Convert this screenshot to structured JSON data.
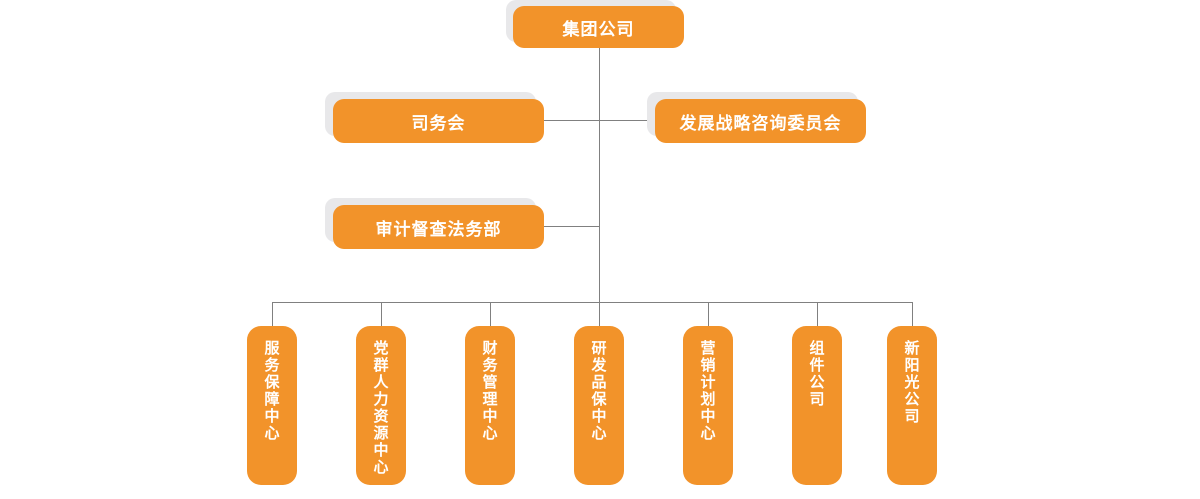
{
  "chart": {
    "type": "org-chart",
    "title": "",
    "accent_color": "#F2932A",
    "shadow_color": "#E8E8EA",
    "line_color": "#808080",
    "text_color": "#FFFFFF",
    "background": "#FFFFFF"
  },
  "nodes": {
    "root": {
      "label": "集团公司",
      "orientation": "horizontal"
    },
    "staff_left_1": {
      "label": "司务会",
      "orientation": "horizontal"
    },
    "staff_right_1": {
      "label": "发展战略咨询委员会",
      "orientation": "horizontal"
    },
    "staff_left_2": {
      "label": "审计督查法务部",
      "orientation": "horizontal"
    },
    "departments": [
      {
        "label": "服务保障中心",
        "orientation": "vertical"
      },
      {
        "label": "党群人力资源中心",
        "orientation": "vertical"
      },
      {
        "label": "财务管理中心",
        "orientation": "vertical"
      },
      {
        "label": "研发品保中心",
        "orientation": "vertical"
      },
      {
        "label": "营销计划中心",
        "orientation": "vertical"
      },
      {
        "label": "组件公司",
        "orientation": "vertical"
      },
      {
        "label": "新阳光公司",
        "orientation": "vertical"
      }
    ]
  }
}
